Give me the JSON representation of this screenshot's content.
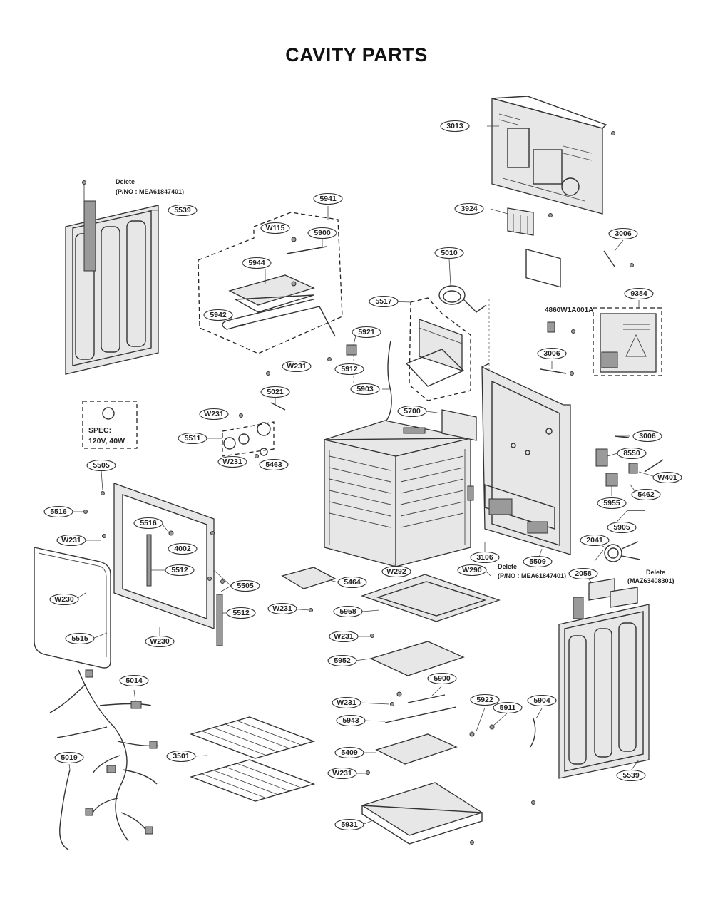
{
  "title": "CAVITY PARTS",
  "notes": {
    "delete_top_left": "Delete",
    "pno_top_left": "(P/NO : MEA61847401)",
    "delete_middle": "Delete",
    "pno_middle": "(P/NO : MEA61847401)",
    "delete_right": "Delete",
    "pno_right": "(MAZ63408301)",
    "part_4860": "4860W1A001A",
    "spec_label": "SPEC:",
    "spec_value": "120V, 40W"
  },
  "callouts": [
    "3013",
    "3924",
    "3006",
    "9384",
    "3006",
    "3006",
    "5539",
    "5941",
    "W115",
    "5900",
    "5944",
    "5942",
    "5921",
    "5912",
    "W231",
    "5010",
    "5517",
    "5903",
    "5021",
    "W231",
    "5511",
    "W231",
    "5463",
    "5700",
    "8550",
    "W401",
    "5462",
    "5955",
    "5905",
    "5505",
    "5516",
    "W231",
    "5516",
    "4002",
    "5512",
    "5505",
    "W230",
    "5515",
    "5512",
    "W230",
    "W292",
    "5464",
    "W231",
    "3106",
    "5509",
    "W290",
    "2041",
    "2058",
    "5958",
    "W231",
    "5952",
    "5900",
    "W231",
    "5943",
    "5922",
    "5911",
    "5904",
    "5409",
    "W231",
    "5931",
    "5014",
    "5019",
    "3501",
    "5539"
  ]
}
